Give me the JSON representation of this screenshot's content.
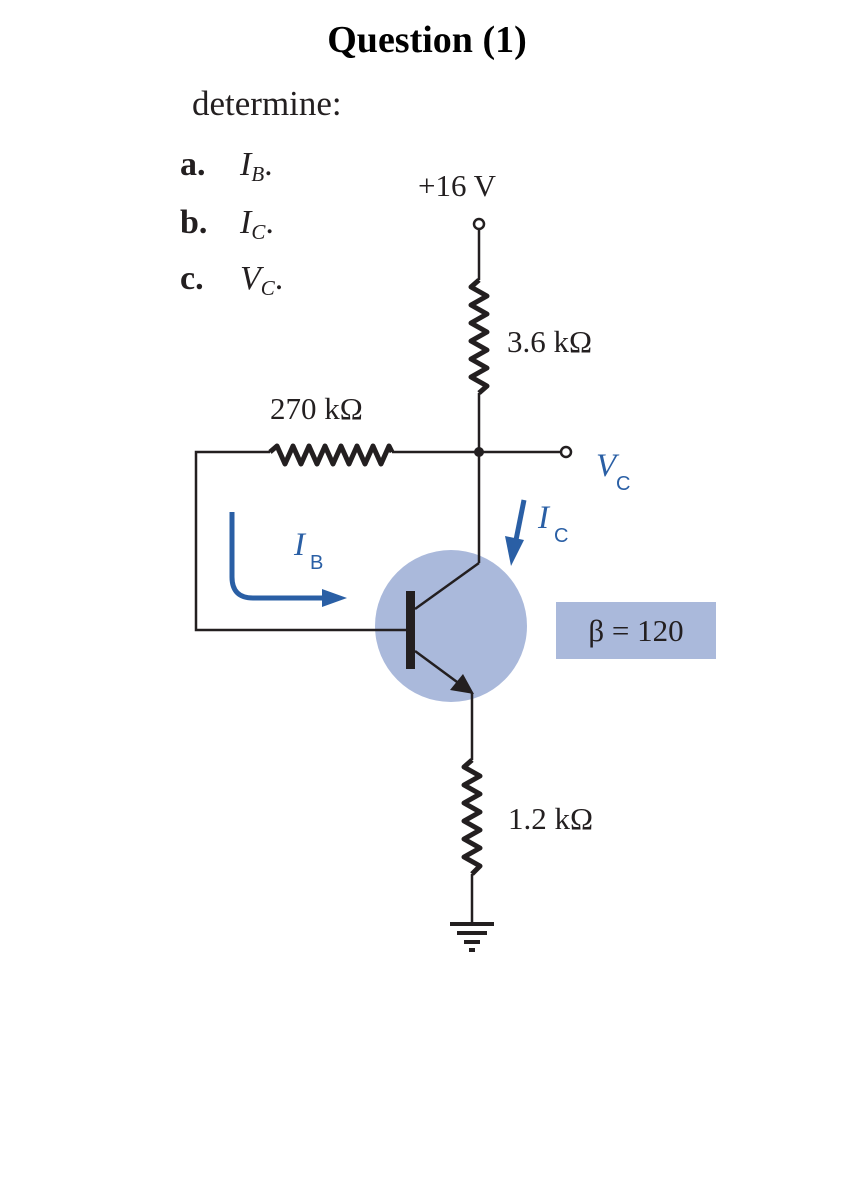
{
  "title": "Question (1)",
  "prompt": "determine:",
  "questions": [
    {
      "letter": "a.",
      "symbol": "I",
      "sub": "B",
      "end": "."
    },
    {
      "letter": "b.",
      "symbol": "I",
      "sub": "C",
      "end": "."
    },
    {
      "letter": "c.",
      "symbol": "V",
      "sub": "C",
      "end": "."
    }
  ],
  "circuit": {
    "supply": "+16 V",
    "rc": "3.6 kΩ",
    "rb": "270 kΩ",
    "re": "1.2 kΩ",
    "vc_symbol": "V",
    "vc_sub": "C",
    "ic_symbol": "I",
    "ic_sub": "C",
    "ib_symbol": "I",
    "ib_sub": "B",
    "beta": "β = 120"
  },
  "colors": {
    "wire": "#231f20",
    "accent_blue": "#2a5fa5",
    "transistor_fill": "#aab9db",
    "beta_box": "#aab9db"
  }
}
